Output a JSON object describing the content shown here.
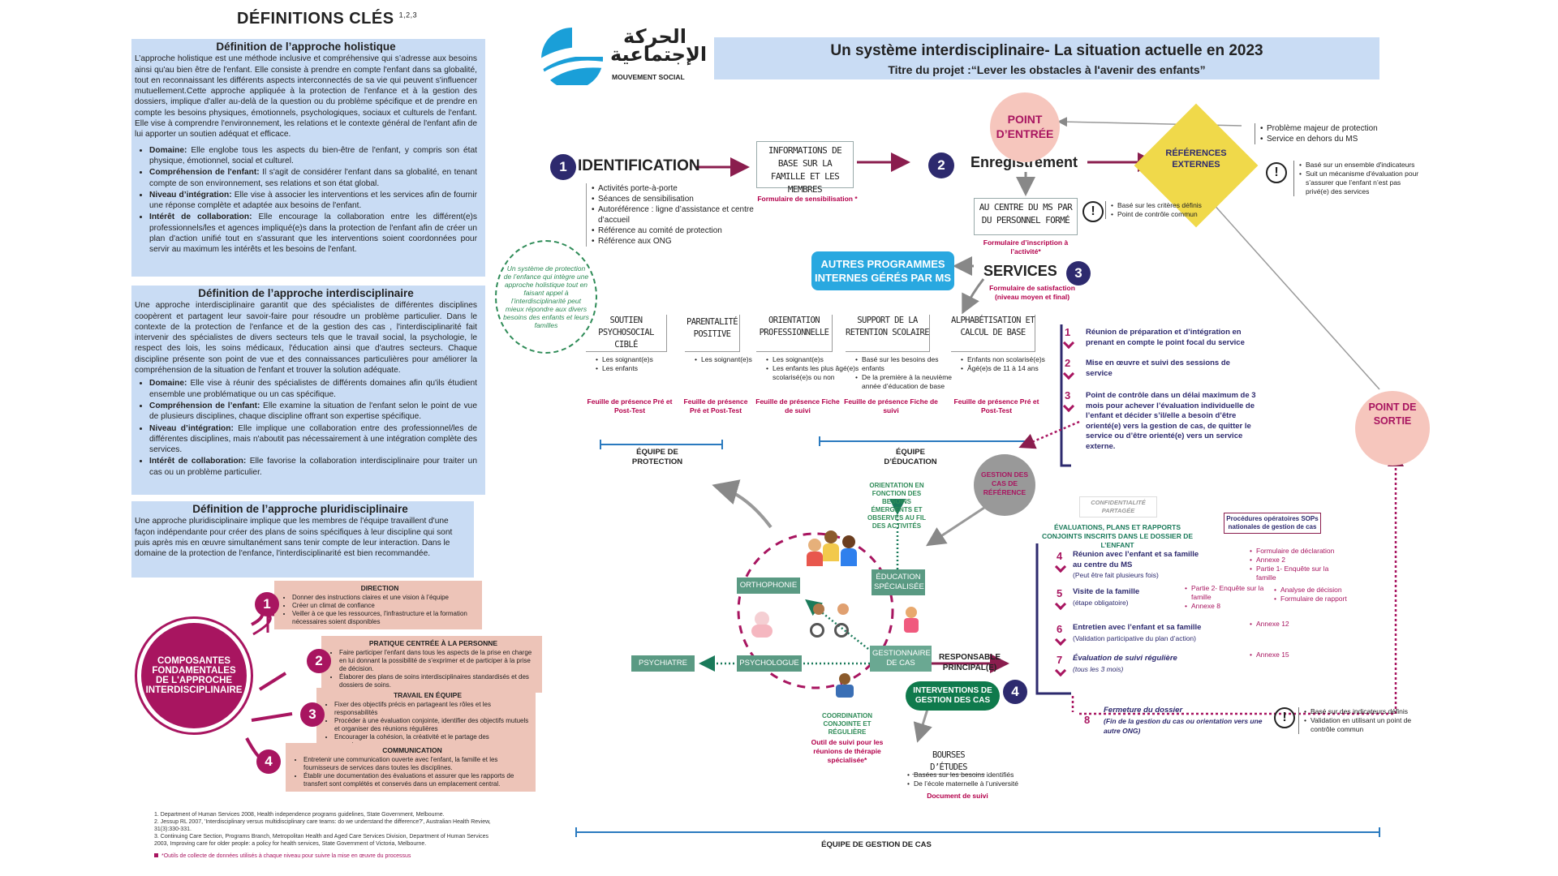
{
  "left": {
    "title": "DÉFINITIONS CLÉS",
    "title_sup": "1,2,3",
    "holistic": {
      "heading": "Définition de l’approche holistique",
      "text": "L’approche holistique est une méthode  inclusive et compréhensive qui  s’adresse aux besoins ainsi qu'au bien être de l'enfant. Elle consiste à prendre en compte l'enfant dans sa globalité, tout en reconnaissant les différents aspects interconnectés de sa vie qui peuvent s'influencer mutuellement.Cette approche appliquée à la protection de l'enfance et à la gestion des dossiers, implique d'aller au-delà de la question ou du problème spécifique et de prendre en compte les besoins physiques, émotionnels, psychologiques, sociaux et culturels de l'enfant. Elle vise à comprendre l'environnement, les relations et le contexte général de l'enfant afin de lui apporter un soutien adéquat et efficace.",
      "items": [
        {
          "k": "Domaine:",
          "v": " Elle englobe tous les aspects du bien-être de l'enfant, y compris son état  physique, émotionnel, social et culturel."
        },
        {
          "k": "Compréhension de l'enfant:",
          "v": " Il s'agit de considérer l'enfant dans sa globalité, en tenant compte de son environnement, ses relations et son état global."
        },
        {
          "k": "Niveau d’intégration:",
          "v": " Elle vise à associer les interventions et les services afin de fournir une réponse complète et adaptée aux besoins de l'enfant."
        },
        {
          "k": "Intérêt de collaboration:",
          "v": " Elle encourage la collaboration entre les différent(e)s professionnels/les et agences impliqué(e)s dans la protection de l'enfant afin de créer un plan d'action unifié tout en s'assurant que les interventions soient coordonnées pour servir au maximum les intérêts et les besoins de l'enfant."
        }
      ]
    },
    "inter": {
      "heading": "Définition de  l’approche interdisciplinaire",
      "text": "Une approche interdisciplinaire garantit que des spécialistes de différentes disciplines coopèrent et partagent leur savoir-faire pour résoudre un problème particulier. Dans le contexte de la protection de l'enfance et de la gestion des cas , l'interdisciplinarité fait intervenir des spécialistes de divers secteurs tels que le travail social, la psychologie, le respect des lois, les soins médicaux, l'éducation ainsi que d'autres secteurs. Chaque discipline présente son point de vue et des connaissances particulières pour améliorer la compréhension de la situation de l'enfant et trouver la solution adéquate.",
      "items": [
        {
          "k": "Domaine:",
          "v": " Elle vise à réunir des spécialistes de différents domaines afin qu'ils étudient ensemble une problématique ou un cas spécifique."
        },
        {
          "k": "Compréhension de l’enfant:",
          "v": " Elle examine la situation de l'enfant selon le point de vue de plusieurs disciplines, chaque discipline offrant son expertise spécifique."
        },
        {
          "k": "Niveau d’intégration:",
          "v": " Elle implique une collaboration entre des professionnel/les de différentes disciplines, mais n'aboutit pas nécessairement à une intégration complète des services."
        },
        {
          "k": "Intérêt de collaboration:",
          "v": " Elle favorise la collaboration interdisciplinaire pour traiter un cas ou un problème particulier."
        }
      ]
    },
    "pluri": {
      "heading": "Définition de l’approche pluridisciplinaire",
      "text": "Une approche pluridisciplinaire implique que les membres de l'équipe travaillent d'une façon indépendante pour créer des plans de soins spécifiques à leur discipline qui sont puis après mis en œuvre simultanément sans tenir compte de leur interaction. Dans le domaine de la protection de l'enfance, l'interdisciplinarité est bien recommandée."
    },
    "comp_title": "COMPOSANTES FONDAMENTALES DE L'APPROCHE INTERDISCIPLINAIRE",
    "components": [
      {
        "n": "1",
        "h": "DIRECTION",
        "items": [
          "Donner des instructions claires et une vision à l’équipe",
          "Créer un climat de confiance",
          "Veiller à ce que les ressources, l'infrastructure et la formation nécessaires soient disponibles"
        ]
      },
      {
        "n": "2",
        "h": "PRATIQUE CENTRÉE À LA PERSONNE",
        "items": [
          "Faire participer l'enfant dans tous les aspects de la prise en charge en lui donnant la possibilité de s'exprimer et de participer à la prise de décision.",
          "Élaborer des plans de soins interdisciplinaires standardisés et des dossiers de soins."
        ]
      },
      {
        "n": "3",
        "h": "TRAVAIL EN ÉQUIPE",
        "items": [
          "Fixer des objectifs précis en partageant les rôles et les responsabilités",
          "Procéder à une évaluation conjointe, identifier des objectifs mutuels et organiser des réunions régulières",
          "Encourager la cohésion, la créativité et le partage des connaissances"
        ]
      },
      {
        "n": "4",
        "h": "COMMUNICATION",
        "items": [
          "Entretenir une communication ouverte avec l'enfant, la famille et les fournisseurs de services dans toutes les disciplines.",
          "Établir une documentation des évaluations et assurer que les rapports de transfert sont complétés et conservés dans un emplacement central."
        ]
      }
    ],
    "refs": [
      "1. Department of Human Services 2008, Health independence programs guidelines, State Government, Melbourne.",
      "2. Jessup RL 2007, 'Interdisciplinary versus multidisciplinary care teams: do we understand the difference?', Australian Health Review, 31(3):330-331.",
      "3. Continuing Care Section, Programs Branch, Metropolitan Health and Aged Care Services Division, Department of Human Services 2003, Improving care for older people: a policy for health services, State Government of Victoria, Melbourne."
    ],
    "note": "*Outils de collecte de données utilisés à chaque niveau pour suivre la mise en œuvre du processus"
  },
  "logo": {
    "arabic_1": "الحركة",
    "arabic_2": "الإجتماعية",
    "latin": "MOUVEMENT SOCIAL"
  },
  "header": {
    "title": "Un système interdisciplinaire- La situation actuelle en 2023",
    "subtitle": "Titre du projet :“Lever les obstacles à l'avenir des enfants”"
  },
  "flow": {
    "identification": {
      "n": "1",
      "label": "IDENTIFICATION",
      "items": [
        "Activités porte-à-porte",
        "Séances de sensibilisation",
        "Autoréférence : ligne d’assistance et centre d’accueil",
        "Référence au comité de protection",
        "Référence aux ONG"
      ]
    },
    "info_box": "INFORMATIONS DE BASE SUR LA FAMILLE ET LES MEMBRES",
    "info_form": "Formulaire de sensibilisation *",
    "enreg": {
      "n": "2",
      "label": "Enregistrement"
    },
    "entry": "POINT D’ENTRÉE",
    "refext": "RÉFÉRENCES EXTERNES",
    "refext_items": [
      "Problème majeur de protection",
      "Service en dehors du MS"
    ],
    "refext_warn": [
      "Basé sur un ensemble d'indicateurs",
      "Suit un mécanisme d'évaluation pour s’assurer que l’enfant n’est pas privé(e) des services"
    ],
    "centre_box": "AU CENTRE DU MS PAR DU PERSONNEL FORMÉ",
    "centre_form": "Formulaire d’inscription à l’activité*",
    "centre_warn": [
      "Basé sur les critères définis",
      "Point de contrôle commun"
    ],
    "holistic_circle": "Un système de protection de l’enfance qui intègre une approche holistique tout en faisant appel à l’interdisciplinarité peut mieux répondre aux divers besoins des enfants et leurs familles",
    "autres": "AUTRES PROGRAMMES INTERNES GÉRÉS PAR MS",
    "services": {
      "n": "3",
      "label": "SERVICES",
      "form": "Formulaire de satisfaction (niveau moyen et final)"
    },
    "programs": [
      {
        "name": "SOUTIEN PSYCHOSOCIAL CIBLÉ",
        "items": [
          "Les soignant(e)s",
          "Les enfants"
        ],
        "form": "Feuille de présence Pré et Post-Test"
      },
      {
        "name": "PARENTALITÉ POSITIVE",
        "items": [
          "Les soignant(e)s"
        ],
        "form": "Feuille de présence Pré et Post-Test"
      },
      {
        "name": "ORIENTATION PROFESSIONNELLE",
        "items": [
          "Les soignant(e)s",
          "Les enfants les plus âgé(e)s scolarisé(e)s ou non"
        ],
        "form": "Feuille de présence Fiche de suivi"
      },
      {
        "name": "SUPPORT DE LA RETENTION SCOLAIRE",
        "items": [
          "Basé  sur les besoins des enfants",
          "De la première à la neuvième année d’éducation de base"
        ],
        "form": "Feuille de présence Fiche de suivi"
      },
      {
        "name": "ALPHABÉTISATION ET CALCUL DE BASE",
        "items": [
          "Enfants non scolarisé(e)s",
          "Âgé(e)s de 11 à 14 ans"
        ],
        "form": "Feuille de présence Pré et Post-Test"
      }
    ],
    "team_protection": "ÉQUIPE DE PROTECTION",
    "team_education": "ÉQUIPE D’ÉDUCATION",
    "team_gestion": "ÉQUIPE DE GESTION DE CAS",
    "services_steps": [
      {
        "n": "1",
        "t": "Réunion de préparation et d’intégration en prenant en compte le point focal du service"
      },
      {
        "n": "2",
        "t": "Mise en œuvre et suivi des sessions de service"
      },
      {
        "n": "3",
        "t": "Point de contrôle dans un délai maximum de 3 mois pour achever l’évaluation individuelle de l’enfant et décider s’il/elle  a besoin d’être orienté(e) vers la gestion de cas, de quitter le service ou d’être orienté(e) vers un service externe."
      }
    ],
    "sortie": "POINT DE SORTIE",
    "gestion_ref": "GESTION DES CAS DE RÉFÉRENCE",
    "confid": "CONFIDENTIALITÉ PARTAGÉE",
    "sop": "Procédures opératoires SOPs nationales de gestion de cas",
    "eval": "ÉVALUATIONS, PLANS ET RAPPORTS CONJOINTS INSCRITS DANS LE DOSSIER DE L’ENFANT",
    "gestion_steps": [
      {
        "n": "4",
        "t": "Réunion avec l’enfant et sa famille au centre du MS",
        "s": "(Peut être fait plusieurs fois)",
        "r": [
          "Formulaire de déclaration",
          "Annexe 2",
          "Partie 1- Enquête sur la famille"
        ]
      },
      {
        "n": "5",
        "t": "Visite de la famille",
        "s": "(étape obligatoire)",
        "r": [
          "Partie 2- Enquête sur la famille",
          "Annexe 8"
        ],
        "r2": [
          "Analyse de décision",
          "Formulaire de rapport"
        ]
      },
      {
        "n": "6",
        "t": "Entretien avec l’enfant et sa famille",
        "s": "(Validation participative du plan d’action)",
        "r": [
          "Annexe 12"
        ]
      },
      {
        "n": "7",
        "t": "Évaluation de suivi régulière",
        "s": "(tous les 3 mois)",
        "r": [
          "Annexe 15"
        ]
      },
      {
        "n": "8",
        "t": "Fermeture du dossier",
        "s": "(Fin de la gestion du cas ou orientation vers une autre ONG)",
        "r": []
      }
    ],
    "closing_warn": [
      "Basé sur des indicateurs définis",
      "Validation en utilisant un point de contrôle commun"
    ],
    "orientation_note": "ORIENTATION EN FONCTION DES BESOINS ÉMERGENTS ET OBSERVÉS AU FIL DES ACTIVITÉS",
    "nodes": [
      "ORTHOPHONIE",
      "ÉDUCATION SPÉCIALISÉE",
      "PSYCHIATRE",
      "PSYCHOLOGUE",
      "GESTIONNAIRE DE CAS"
    ],
    "responsable": "RESPONSABLE PRINCIPAL(E)",
    "interv": {
      "n": "4",
      "label": "INTERVENTIONS DE GESTION DES CAS"
    },
    "coord": "COORDINATION CONJOINTE ET RÉGULIÈRE",
    "coord_tool": "Outil de suivi pour les réunions de thérapie spécialisée*",
    "bourses": "BOURSES D’ÉTUDES",
    "bourses_items": [
      "Basées sur les besoins identifiés",
      "De l’école maternelle à l’université"
    ],
    "bourses_form": "Document de suivi"
  },
  "colors": {
    "navy": "#2d2a6e",
    "magenta": "#a81560",
    "lightblue": "#c9dcf4",
    "yellow": "#f0d94a",
    "green": "#5a9a83",
    "pink": "#edc4b8",
    "teal": "#1a7a5a"
  }
}
